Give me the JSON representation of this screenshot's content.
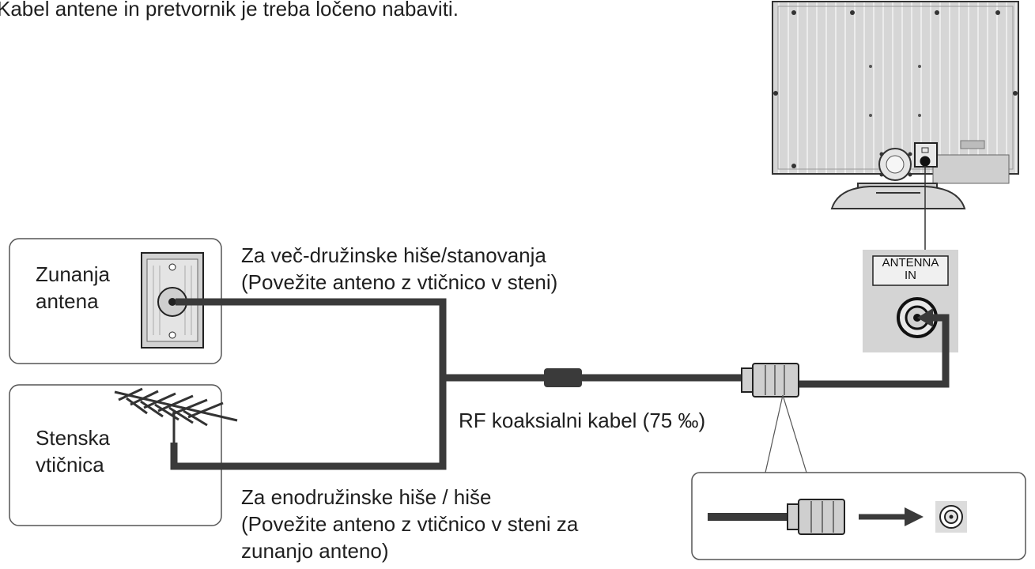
{
  "note": "Kabel antene in pretvornik je treba ločeno nabaviti.",
  "box_outdoor": {
    "line1": "Zunanja",
    "line2": "antena"
  },
  "box_wall": {
    "line1": "Stenska",
    "line2": "vtičnica"
  },
  "multi_family": {
    "line1": "Za več-družinske hiše/stanovanja",
    "line2": "(Povežite anteno z vtičnico v steni)"
  },
  "single_family": {
    "line1": "Za enodružinske hiše / hiše",
    "line2": "(Povežite anteno z vtičnico v steni za",
    "line3": "zunanjo anteno)"
  },
  "cable_label": "RF koaksialni kabel (75 ‰)",
  "port": {
    "line1": "ANTENNA",
    "line2": "IN"
  },
  "colors": {
    "cable": "#3a3a3a",
    "panel": "#d4d4d4",
    "tv": "#c9c9c9"
  }
}
